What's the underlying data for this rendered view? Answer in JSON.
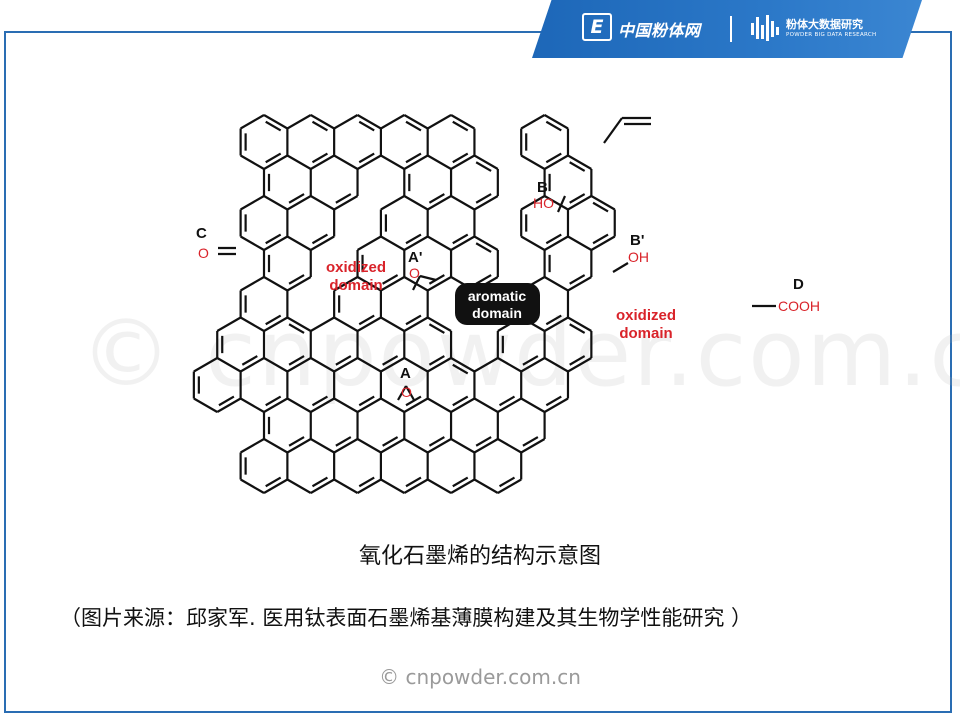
{
  "header": {
    "logo_letter": "E",
    "brand_primary": "中国粉体网",
    "brand_secondary": "粉体大数据研究",
    "brand_secondary_sub": "POWDER BIG DATA RESEARCH"
  },
  "watermark": "© cnpowder.com.cn",
  "diagram_labels": {
    "c": "C",
    "c_group": "O",
    "b": "B",
    "b_group": "HO",
    "b_prime": "B'",
    "b_prime_group": "OH",
    "a_prime": "A'",
    "a_prime_group": "O",
    "a": "A",
    "a_group": "O",
    "d": "D",
    "d_group": "COOH",
    "oxidized_left_1": "oxidized",
    "oxidized_left_2": "domain",
    "oxidized_right_1": "oxidized",
    "oxidized_right_2": "domain",
    "aromatic_1": "aromatic",
    "aromatic_2": "domain"
  },
  "colors": {
    "accent": "#d9232a",
    "header_blue": "#2171bf",
    "frame_blue": "#2a6db3",
    "bond": "#111111"
  },
  "caption": "氧化石墨烯的结构示意图",
  "source": "（图片来源：邱家军. 医用钛表面石墨烯基薄膜构建及其生物学性能研究 ）",
  "footer": "© cnpowder.com.cn"
}
